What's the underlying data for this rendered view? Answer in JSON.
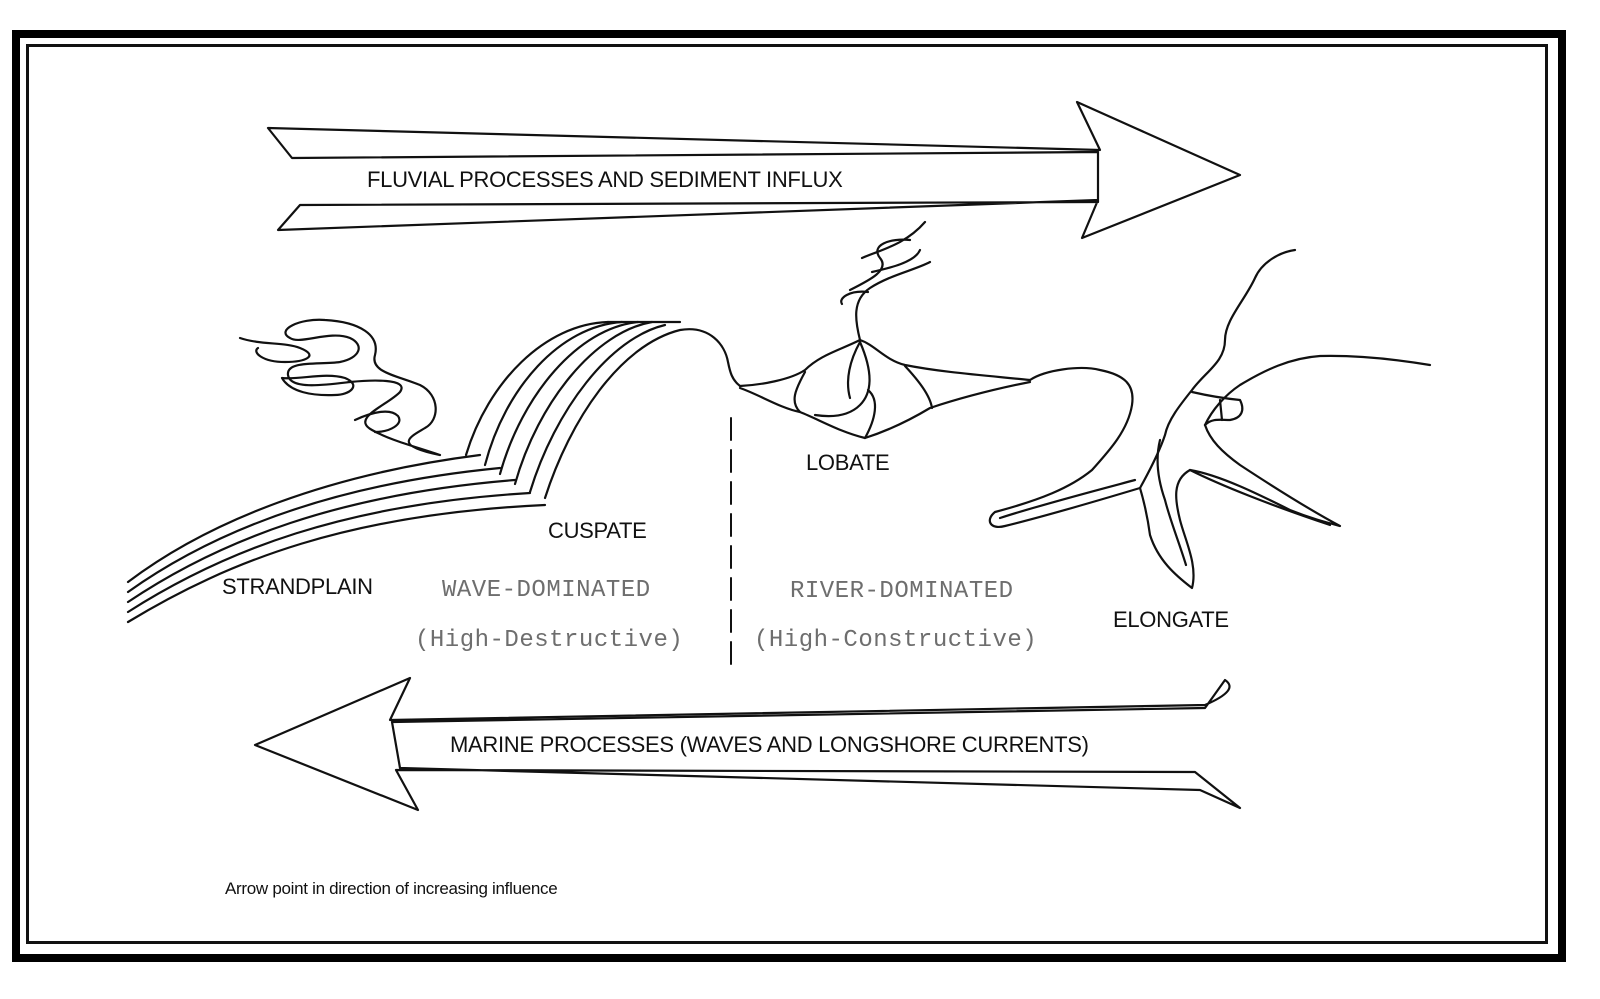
{
  "arrows": {
    "fluvial": "FLUVIAL PROCESSES AND SEDIMENT INFLUX",
    "marine": "MARINE PROCESSES (WAVES AND LONGSHORE CURRENTS)"
  },
  "delta_types": {
    "strandplain": "STRANDPLAIN",
    "cuspate": "CUSPATE",
    "lobate": "LOBATE",
    "elongate": "ELONGATE"
  },
  "domains": {
    "wave": {
      "name": "WAVE-DOMINATED",
      "subtitle": "(High-Destructive)"
    },
    "river": {
      "name": "RIVER-DOMINATED",
      "subtitle": "(High-Constructive)"
    }
  },
  "footnote": "Arrow point in direction of increasing influence",
  "colors": {
    "line": "#111111",
    "domain_text": "#6e6e6e",
    "background": "#ffffff"
  }
}
